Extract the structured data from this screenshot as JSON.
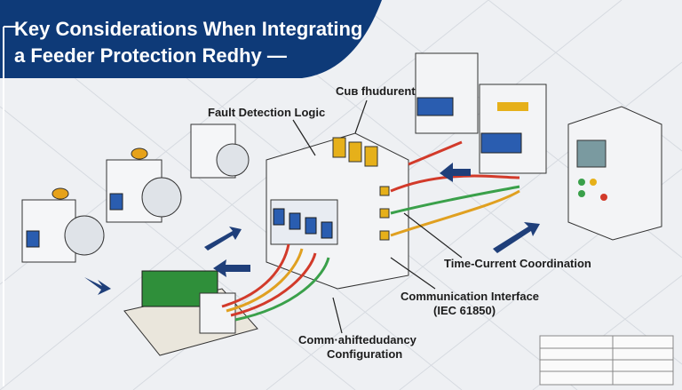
{
  "title": {
    "line1": "Key Considerations When Integrating",
    "line2": "a Feeder Protection Redhy —"
  },
  "labels": {
    "current": "Cuв fhudurent",
    "fault_detection": "Fault Detection Logic",
    "time_current": "Time-Current Coordination",
    "comm_interface": "Communication Interface",
    "comm_standard": "(IEC 61850)",
    "redundancy_line1": "Comm·ahiftedudancy",
    "redundancy_line2": "Configuration"
  },
  "colors": {
    "banner": "#0e3a78",
    "background": "#eef0f3",
    "breaker_blue": "#2a5db0",
    "wire_red": "#d23a2a",
    "wire_green": "#3aa04a",
    "wire_orange": "#e0a020",
    "arrow": "#1f3f7a"
  }
}
